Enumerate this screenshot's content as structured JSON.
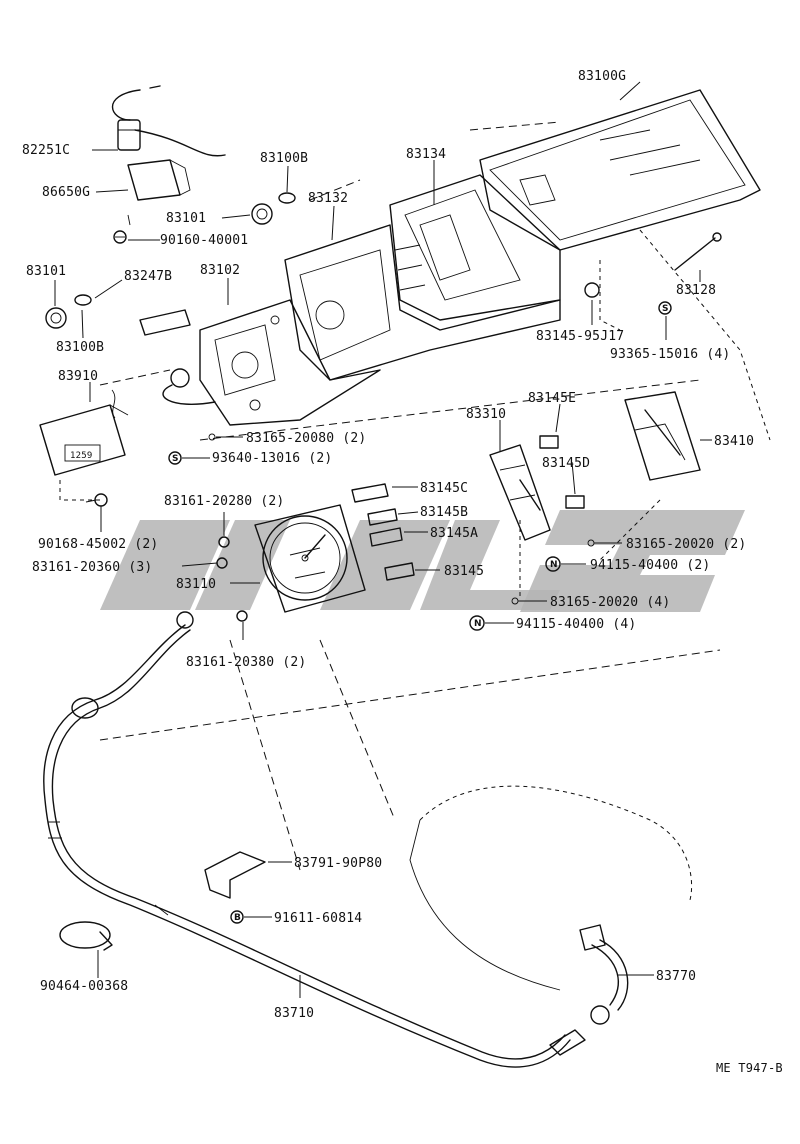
{
  "diagram_id": "ME T947-B",
  "parts": [
    {
      "id": "p-83100g",
      "text": "83100G"
    },
    {
      "id": "p-82251c",
      "text": "82251C"
    },
    {
      "id": "p-83100b-a",
      "text": "83100B"
    },
    {
      "id": "p-83134",
      "text": "83134"
    },
    {
      "id": "p-86650g",
      "text": "86650G"
    },
    {
      "id": "p-83132",
      "text": "83132"
    },
    {
      "id": "p-83101-a",
      "text": "83101"
    },
    {
      "id": "p-90160",
      "text": "90160-40001"
    },
    {
      "id": "p-83101-b",
      "text": "83101"
    },
    {
      "id": "p-83247b",
      "text": "83247B"
    },
    {
      "id": "p-83102",
      "text": "83102"
    },
    {
      "id": "p-83128",
      "text": "83128"
    },
    {
      "id": "p-83100b-b",
      "text": "83100B"
    },
    {
      "id": "p-83145-95j17",
      "text": "83145-95J17"
    },
    {
      "id": "p-93365",
      "text": "93365-15016 (4)"
    },
    {
      "id": "p-83910",
      "text": "83910"
    },
    {
      "id": "p-83145e",
      "text": "83145E"
    },
    {
      "id": "p-83310",
      "text": "83310"
    },
    {
      "id": "p-83165-20080",
      "text": "83165-20080 (2)"
    },
    {
      "id": "p-83410",
      "text": "83410"
    },
    {
      "id": "p-93640",
      "text": "93640-13016 (2)"
    },
    {
      "id": "p-83145d",
      "text": "83145D"
    },
    {
      "id": "p-83145c",
      "text": "83145C"
    },
    {
      "id": "p-83161-20280",
      "text": "83161-20280 (2)"
    },
    {
      "id": "p-90168",
      "text": "90168-45002 (2)"
    },
    {
      "id": "p-83145b",
      "text": "83145B"
    },
    {
      "id": "p-83145a",
      "text": "83145A"
    },
    {
      "id": "p-83165-20020-a",
      "text": "83165-20020 (2)"
    },
    {
      "id": "p-83161-20360",
      "text": "83161-20360 (3)"
    },
    {
      "id": "p-94115-a",
      "text": "94115-40400 (2)"
    },
    {
      "id": "p-83110",
      "text": "83110"
    },
    {
      "id": "p-83145",
      "text": "83145"
    },
    {
      "id": "p-83165-20020-b",
      "text": "83165-20020 (4)"
    },
    {
      "id": "p-94115-b",
      "text": "94115-40400 (4)"
    },
    {
      "id": "p-83161-20380",
      "text": "83161-20380 (2)"
    },
    {
      "id": "p-83791",
      "text": "83791-90P80"
    },
    {
      "id": "p-91611",
      "text": "91611-60814"
    },
    {
      "id": "p-83770",
      "text": "83770"
    },
    {
      "id": "p-90464",
      "text": "90464-00368"
    },
    {
      "id": "p-83710",
      "text": "83710"
    }
  ],
  "symbols": {
    "s_mark": "S",
    "n_mark": "N",
    "b_mark": "B"
  },
  "module_text": "1259"
}
